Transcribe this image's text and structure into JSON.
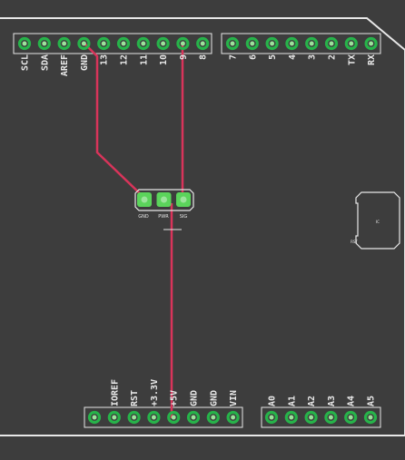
{
  "colors": {
    "background": "#3d3d3d",
    "silkscreen": "#e8e8e8",
    "pad_ring": "#27b34a",
    "pad_hole": "#9be39b",
    "trace": "#d8345a",
    "sensor_pad": "#5bd45b"
  },
  "header_top_left": {
    "labels": [
      "SCL",
      "SDA",
      "AREF",
      "GND",
      "13",
      "12",
      "11",
      "10",
      "9",
      "8"
    ]
  },
  "header_top_right": {
    "labels": [
      "7",
      "6",
      "5",
      "4",
      "3",
      "2",
      "TX",
      "RX"
    ]
  },
  "header_bottom_left": {
    "labels": [
      "",
      "IOREF",
      "RST",
      "+3.3V",
      "+5V",
      "GND",
      "GND",
      "VIN"
    ]
  },
  "header_bottom_right": {
    "labels": [
      "A0",
      "A1",
      "A2",
      "A3",
      "A4",
      "A5"
    ]
  },
  "sensor": {
    "labels": [
      "GND",
      "PWR",
      "SIG"
    ]
  },
  "component_right": {
    "marks": [
      "IC",
      "RST"
    ]
  }
}
